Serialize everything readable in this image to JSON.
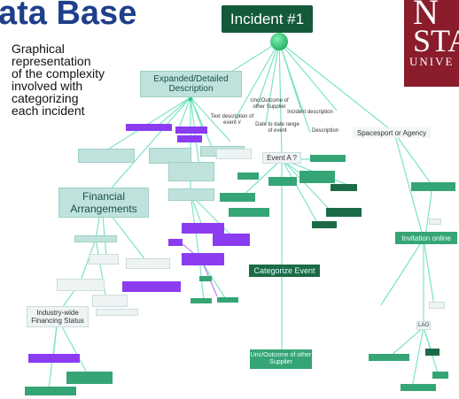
{
  "slide": {
    "title": "ata Base",
    "description_lines": [
      "Graphical",
      "representation",
      "of the complexity",
      "involved with",
      "categorizing",
      "each incident"
    ],
    "logo_line1": "N",
    "logo_line2": "STA",
    "logo_line3": "UNIVE"
  },
  "diagram": {
    "root": "Incident #1",
    "nodes": {
      "expanded": "Expanded/Detailed Description",
      "financial": "Financial Arrangements",
      "categorize": "Categorize Event",
      "event_a": "Event A ?",
      "sponsor": "Spacesport or Agency",
      "invitation": "Invitation online",
      "industry": "Industry-wide Financing Status",
      "unc_bottom": "Unc/Outcome of other Supplier",
      "unc_top": "Unc/Outcome of other Supplier",
      "text_desc": "Text description of event #",
      "date_range": "Date to date range of event",
      "incident_desc": "Incident description",
      "description": "Description",
      "lao": "LAO"
    }
  }
}
